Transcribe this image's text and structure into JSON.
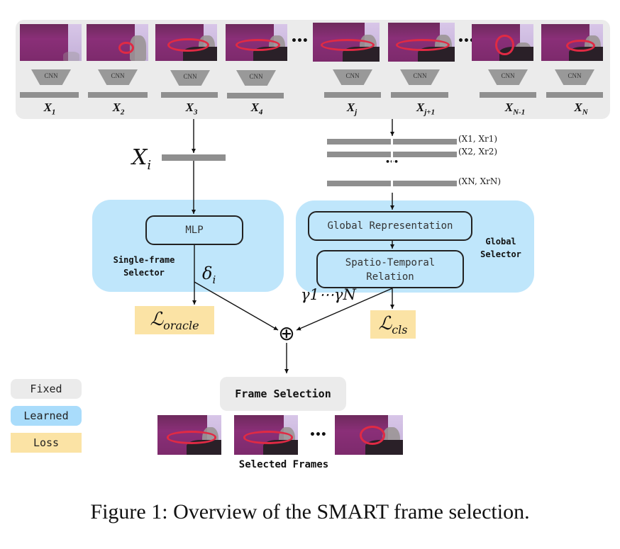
{
  "figure": {
    "caption": "Figure 1: Overview of the SMART frame selection."
  },
  "input_frames": {
    "cnn_label": "CNN",
    "ellipsis": "•••",
    "frames": [
      {
        "label_base": "X",
        "label_sub": "1",
        "content": "empty-scene"
      },
      {
        "label_base": "X",
        "label_sub": "2",
        "content": "hand-entering"
      },
      {
        "label_base": "X",
        "label_sub": "3",
        "content": "band-held"
      },
      {
        "label_base": "X",
        "label_sub": "4",
        "content": "band-held"
      },
      {
        "label_base": "X",
        "label_sub": "j",
        "content": "band-stretched"
      },
      {
        "label_base": "X",
        "label_sub": "j+1",
        "content": "band-stretched"
      },
      {
        "label_base": "X",
        "label_sub": "N-1",
        "content": "band-loop"
      },
      {
        "label_base": "X",
        "label_sub": "N",
        "content": "band-held"
      }
    ]
  },
  "single_frame_branch": {
    "feature_label_base": "X",
    "feature_label_sub": "i",
    "module_label": "MLP",
    "selector_label_line1": "Single-frame",
    "selector_label_line2": "Selector",
    "output_symbol": "δ",
    "output_sub": "i",
    "loss_symbol": "ℒ",
    "loss_sub": "oracle"
  },
  "global_branch": {
    "pairs": [
      {
        "text": "(X₁, X",
        "sub": "r₁",
        "close": ")"
      },
      {
        "text": "(X₂, X",
        "sub": "r₂",
        "close": ")"
      },
      {
        "text": "(X",
        "sub_a": "N",
        "mid": ", X",
        "sub": "r_N",
        "close": ")"
      }
    ],
    "pairs_display": [
      "(X1, Xr1)",
      "(X2, Xr2)",
      "(XN, XrN)"
    ],
    "ellipsis": "•••",
    "module1_label": "Global Representation",
    "module2_label_line1": "Spatio-Temporal",
    "module2_label_line2": "Relation",
    "selector_label_line1": "Global",
    "selector_label_line2": "Selector",
    "output_label": "γ1⋯γN",
    "loss_symbol": "ℒ",
    "loss_sub": "cls"
  },
  "combine": {
    "operator_symbol": "⊕",
    "frame_selection_label": "Frame Selection",
    "selected_frames_label": "Selected Frames",
    "ellipsis": "•••",
    "selected_frames": [
      {
        "content": "band-stretched"
      },
      {
        "content": "band-stretched"
      },
      {
        "content": "band-loop"
      }
    ]
  },
  "legend": {
    "items": [
      {
        "label": "Fixed",
        "color": "#ebebeb"
      },
      {
        "label": "Learned",
        "color": "#a9dcfb"
      },
      {
        "label": "Loss",
        "color": "#fbe3a5"
      }
    ]
  },
  "colors": {
    "fixed": "#ebebeb",
    "learned_panel": "#bfe6fb",
    "loss": "#fbe3a5",
    "feature_bar": "#8f8f8f"
  }
}
